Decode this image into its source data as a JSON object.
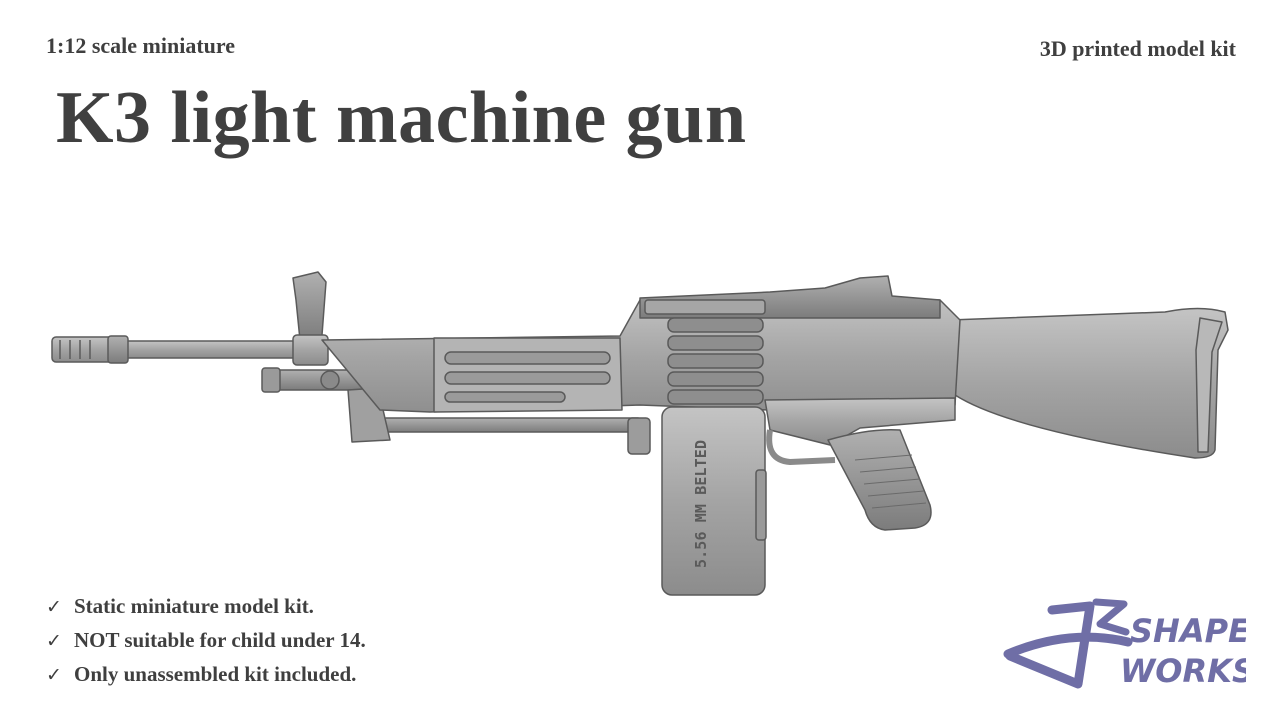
{
  "header": {
    "scale": "1:12 scale miniature",
    "kit_type": "3D printed model kit",
    "title": "K3 light machine gun"
  },
  "product": {
    "image_icon": "light-machine-gun-render",
    "magazine_text": "5.56 MM BELTED"
  },
  "features": [
    {
      "check": "✓",
      "text": "Static miniature model kit."
    },
    {
      "check": "✓",
      "text": "NOT suitable for child under 14."
    },
    {
      "check": "✓",
      "text": "Only unassembled kit included."
    }
  ],
  "brand": {
    "line1": "SHAPE",
    "line2": "WORKS",
    "color": "#6f6ea6"
  },
  "colors": {
    "text": "#404040",
    "gun_fill": "#a8a8a8",
    "gun_stroke": "#5a5a5a"
  }
}
